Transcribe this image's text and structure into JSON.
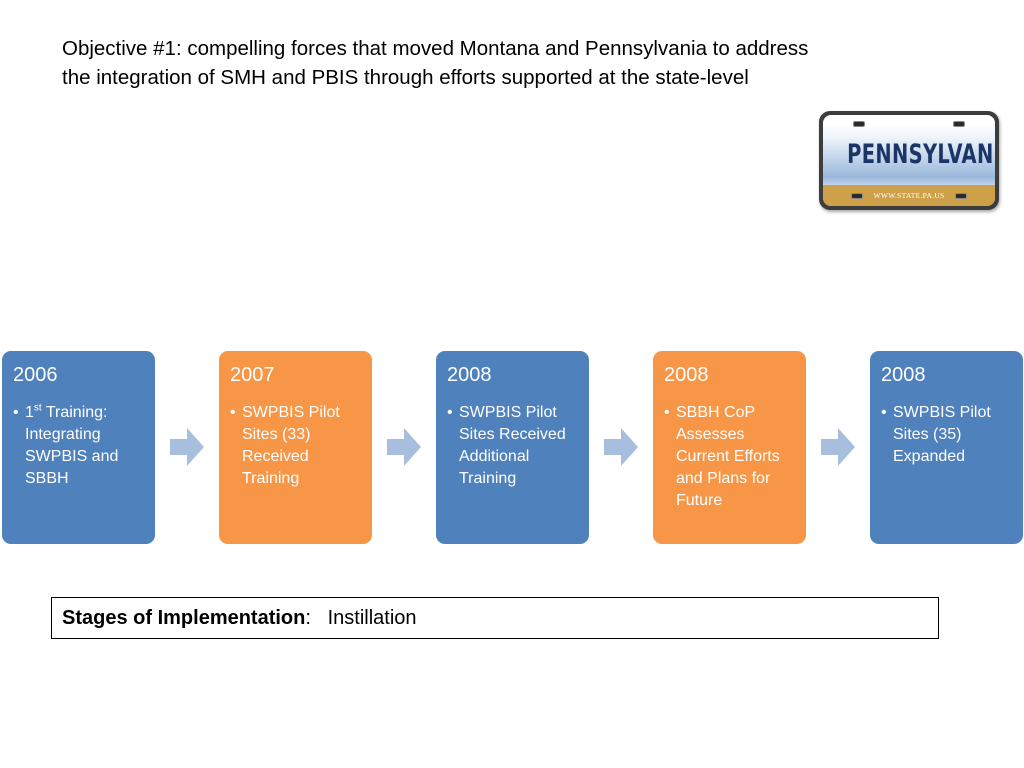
{
  "header": {
    "title_line1": "Objective #1: compelling forces that moved Montana and Pennsylvania to address",
    "title_line2": "the integration of SMH and PBIS through efforts supported at the state-level"
  },
  "plate": {
    "state": "PENNSYLVANIA",
    "url": "WWW.STATE.PA.US"
  },
  "colors": {
    "blue": "#4f81bd",
    "orange": "#f79646",
    "arrow": "#a7bedf"
  },
  "steps": [
    {
      "year": "2006",
      "color": "blue",
      "bullet_pre": "1",
      "bullet_sup": "st",
      "bullet": " Training: Integrating SWPBIS and SBBH"
    },
    {
      "year": "2007",
      "color": "orange",
      "bullet_pre": "",
      "bullet_sup": "",
      "bullet": "SWPBIS Pilot Sites (33) Received Training"
    },
    {
      "year": "2008",
      "color": "blue",
      "bullet_pre": "",
      "bullet_sup": "",
      "bullet": "SWPBIS Pilot Sites Received Additional Training"
    },
    {
      "year": "2008",
      "color": "orange",
      "bullet_pre": "",
      "bullet_sup": "",
      "bullet": "SBBH CoP Assesses Current Efforts and Plans for Future"
    },
    {
      "year": "2008",
      "color": "blue",
      "bullet_pre": "",
      "bullet_sup": "",
      "bullet": "SWPBIS Pilot Sites (35) Expanded"
    }
  ],
  "stages": {
    "label": "Stages of Implementation",
    "separator": ":",
    "value": "Instillation"
  }
}
